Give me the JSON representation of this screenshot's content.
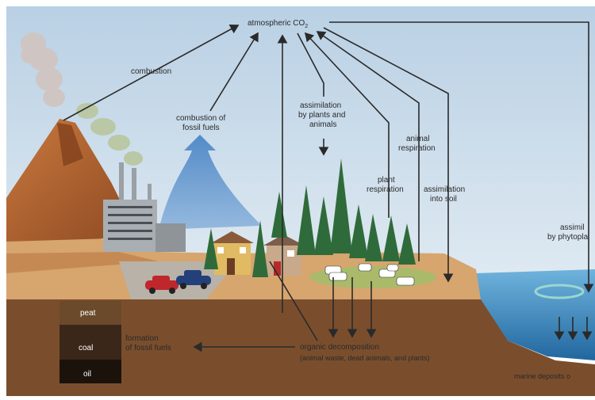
{
  "labels": {
    "co2": "atmospheric CO",
    "co2_sub": "2",
    "combustion": "combustion",
    "fossil_combustion_1": "combustion of",
    "fossil_combustion_2": "fossil fuels",
    "assim_plants_1": "assimilation",
    "assim_plants_2": "by plants and",
    "assim_plants_3": "animals",
    "animal_resp_1": "animal",
    "animal_resp_2": "respiration",
    "plant_resp_1": "plant",
    "plant_resp_2": "respiration",
    "assim_soil_1": "assimilation",
    "assim_soil_2": "into soil",
    "assim_phyto_1": "assimil",
    "assim_phyto_2": "by phytopla",
    "formation_1": "formation",
    "formation_2": "of fossil fuels",
    "decomp_1": "organic decomposition",
    "decomp_2": "(animal waste, dead animals, and plants)",
    "marine": "marine deposits o",
    "layer_peat": "peat",
    "layer_coal": "coal",
    "layer_oil": "oil"
  },
  "colors": {
    "sky": "#c9dbea",
    "ground": "#7a4e2d",
    "ocean": "#3f8fc4",
    "arrow": "#2a2a2a",
    "volcano": "#b5642f",
    "tree": "#2f6b3a"
  }
}
